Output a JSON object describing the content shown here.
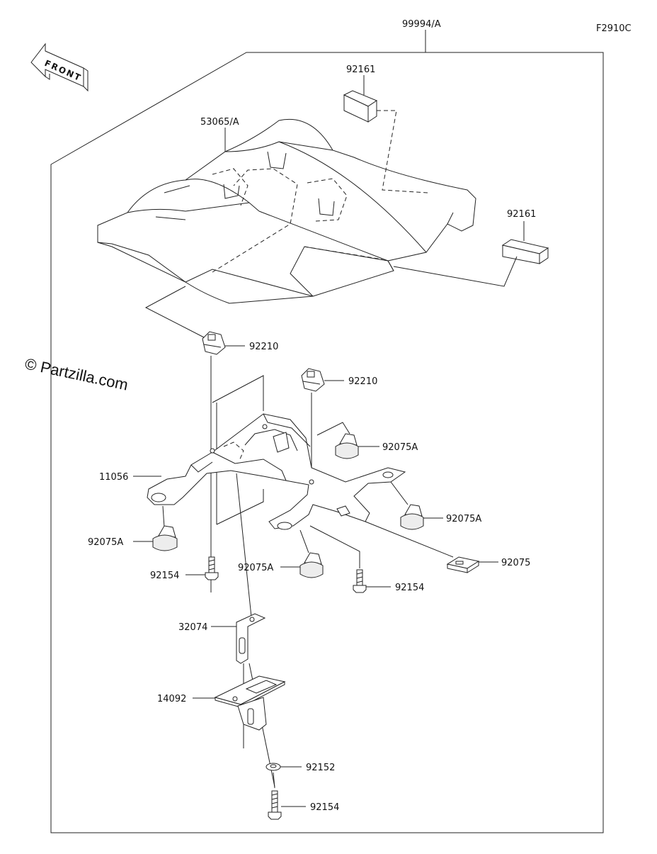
{
  "diagram_code": "F2910C",
  "front_label": "FRONT",
  "watermark": "© Partzilla.com",
  "callouts": {
    "assembly": "99994/A",
    "seat_cover": "53065/A",
    "pad_top": "92161",
    "pad_right": "92161",
    "clip_left": "92210",
    "clip_right": "92210",
    "bracket": "11056",
    "damper_upper_right": "92075A",
    "damper_right": "92075A",
    "damper_left": "92075A",
    "damper_center": "92075A",
    "rubber_pad": "92075",
    "bolt_left": "92154",
    "bolt_center": "92154",
    "bolt_bottom": "92154",
    "stay": "32074",
    "catch": "14092",
    "washer": "92152"
  }
}
